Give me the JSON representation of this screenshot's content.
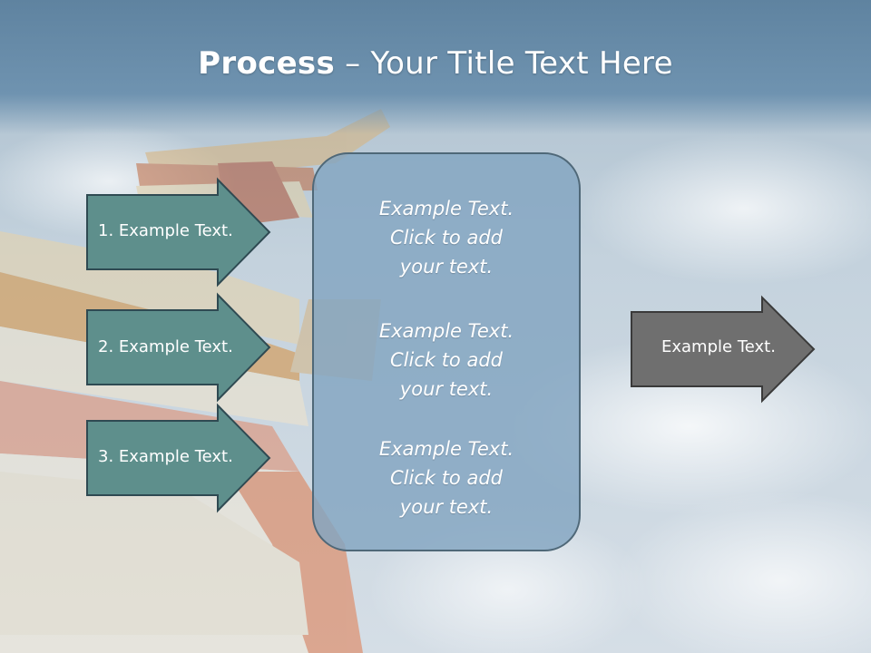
{
  "title": {
    "bold": "Process",
    "rest": " – Your Title Text Here"
  },
  "steps": [
    {
      "label": "1. Example Text."
    },
    {
      "label": "2. Example Text."
    },
    {
      "label": "3. Example Text."
    }
  ],
  "center_box": {
    "blocks": [
      {
        "line1": "Example Text.",
        "line2": "Click  to add",
        "line3": "your text."
      },
      {
        "line1": "Example Text.",
        "line2": "Click  to add",
        "line3": "your text."
      },
      {
        "line1": "Example Text.",
        "line2": "Click  to add",
        "line3": "your text."
      }
    ]
  },
  "output_arrow": {
    "label": "Example Text."
  },
  "colors": {
    "title_bar": "#6a8daa",
    "step_arrow_fill": "#5e8f8c",
    "step_arrow_border": "#2f4a52",
    "center_box_fill": "#86a9c2",
    "output_arrow_fill": "#6f6f6f"
  }
}
